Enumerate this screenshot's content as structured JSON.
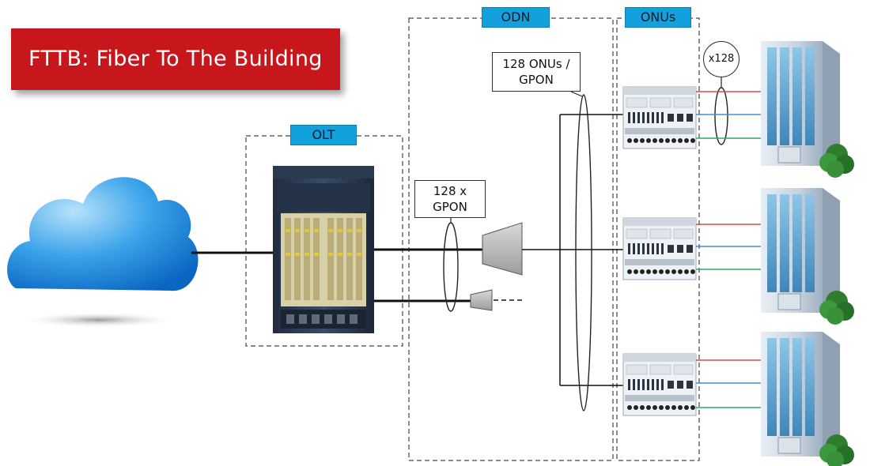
{
  "title": "FTTB: Fiber To The Building",
  "sections": {
    "olt": "OLT",
    "odn": "ODN",
    "onus": "ONUs"
  },
  "callouts": {
    "gpon_count": [
      "128 x",
      "GPON"
    ],
    "onus_per_gpon": [
      "128 ONUs /",
      "GPON"
    ],
    "multiplier": "x128"
  },
  "icons": {
    "cloud": "cloud-icon",
    "olt": "olt-chassis-icon",
    "splitter": "optical-splitter-icon",
    "onu": "onu-device-icon",
    "building": "office-building-icon"
  },
  "colors": {
    "banner": "#c8171c",
    "tag": "#12a1dd",
    "line_red": "#e0474a",
    "line_blue": "#3b8fd0",
    "line_green": "#2fa866"
  }
}
